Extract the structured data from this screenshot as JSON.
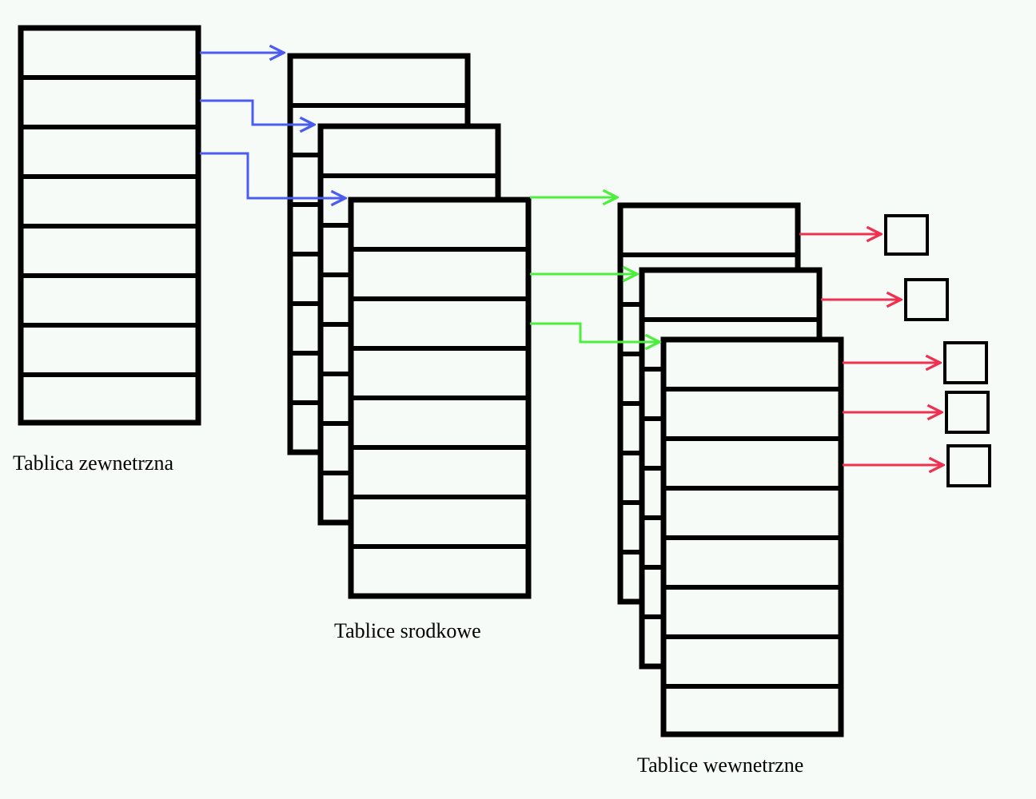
{
  "captions": {
    "outer": "Tablica zewnetrzna",
    "middle": "Tablice srodkowe",
    "inner": "Tablice wewnetrzne"
  },
  "colors": {
    "background": "#f7fbf7",
    "table_stroke": "#000000",
    "outer_to_middle_arrows": "#4b5cf0",
    "middle_to_inner_arrows": "#4def3f",
    "inner_to_data_arrows": "#ef3050"
  },
  "structure": {
    "outer_table_rows": 8,
    "middle_tables": 3,
    "middle_table_rows": 8,
    "inner_tables": 3,
    "inner_table_rows": 8,
    "data_blocks": 5
  }
}
